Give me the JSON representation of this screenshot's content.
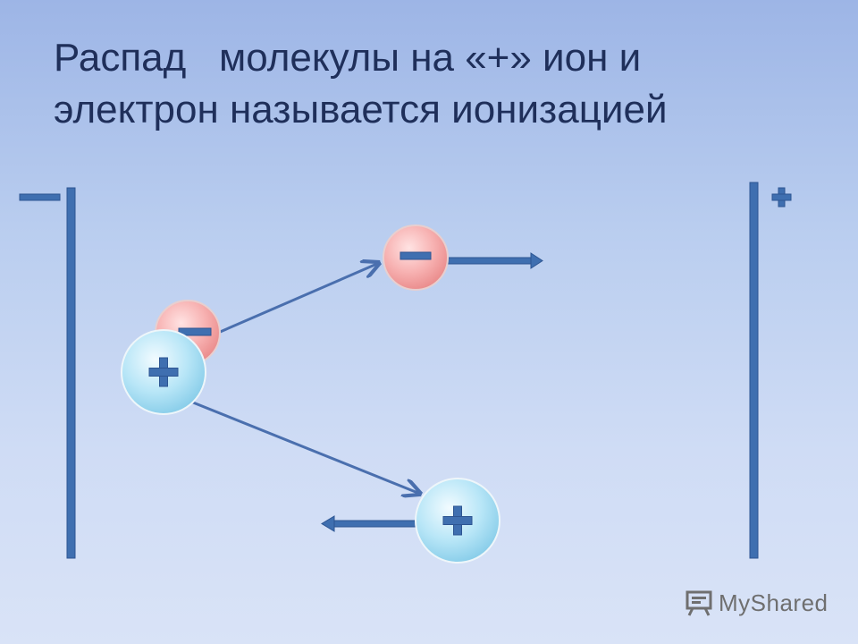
{
  "title": {
    "line1": "Распад   молекулы на «+» ион и",
    "line2": "электрон называется ионизацией"
  },
  "plates": {
    "negative_sign": "—",
    "positive_sign": "+"
  },
  "particles": {
    "electron_sign": "—",
    "ion_sign": "+"
  },
  "watermark": {
    "text": "MyShared",
    "icon": "presentation-board-icon"
  },
  "colors": {
    "background_top": "#9db5e6",
    "background_bottom": "#d9e3f7",
    "title_text": "#1f2f5a",
    "plate": "#3f6fb0",
    "arrow": "#4a6fae",
    "electron_fill": "#f4a8a8",
    "ion_fill": "#a9ddf2",
    "sign_color": "#3a66a8"
  }
}
